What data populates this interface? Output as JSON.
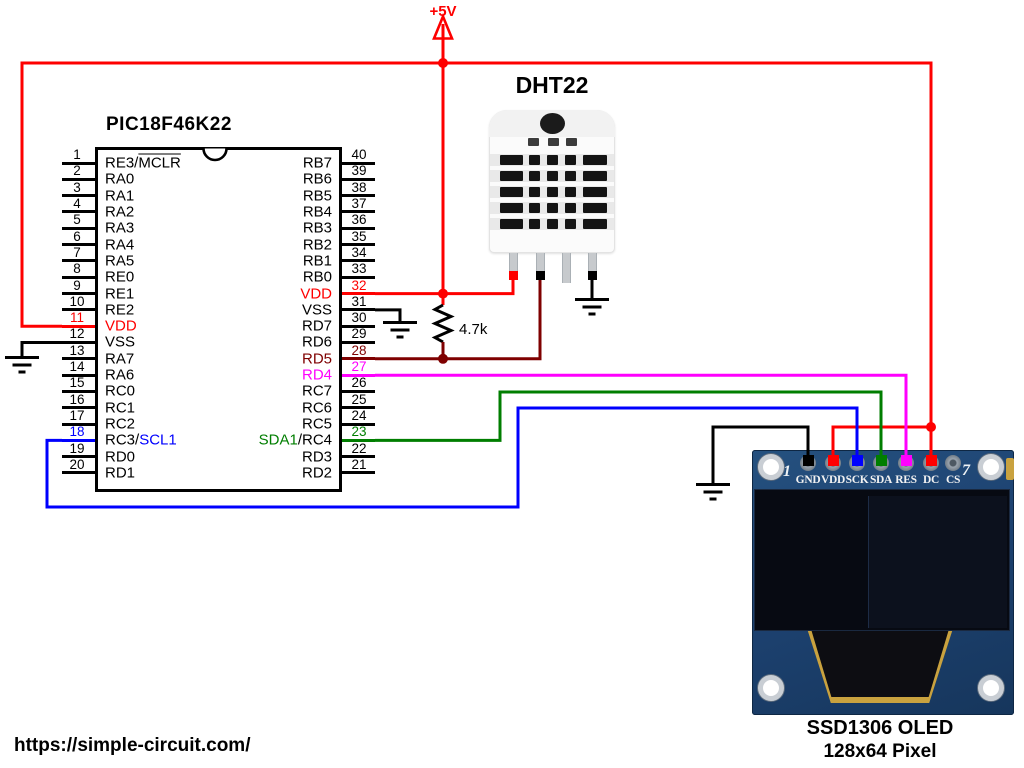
{
  "page": {
    "footer_url": "https://simple-circuit.com/"
  },
  "colors": {
    "wire_red": "#fe0000",
    "wire_maroon": "#7f0000",
    "wire_magenta": "#ff00fe",
    "wire_green": "#007e00",
    "wire_blue": "#0000fe",
    "wire_black": "#000000",
    "pcb_blue": "#1d4271",
    "pcb_gold": "#c9a23f"
  },
  "power": {
    "label": "+5V"
  },
  "resistor": {
    "value": "4.7k"
  },
  "ic": {
    "title": "PIC18F46K22",
    "left_pins": [
      {
        "num": "1",
        "pre": "RE3/",
        "mid": "MCLR",
        "overline": true
      },
      {
        "num": "2",
        "pre": "RA0"
      },
      {
        "num": "3",
        "pre": "RA1"
      },
      {
        "num": "4",
        "pre": "RA2"
      },
      {
        "num": "5",
        "pre": "RA3"
      },
      {
        "num": "6",
        "pre": "RA4"
      },
      {
        "num": "7",
        "pre": "RA5"
      },
      {
        "num": "8",
        "pre": "RE0"
      },
      {
        "num": "9",
        "pre": "RE1"
      },
      {
        "num": "10",
        "pre": "RE2"
      },
      {
        "num": "11",
        "mid": "VDD",
        "mid_color": "#fe0000",
        "num_color": "#fe0000",
        "stub_color": "#fe0000"
      },
      {
        "num": "12",
        "pre": "VSS"
      },
      {
        "num": "13",
        "pre": "RA7"
      },
      {
        "num": "14",
        "pre": "RA6"
      },
      {
        "num": "15",
        "pre": "RC0"
      },
      {
        "num": "16",
        "pre": "RC1"
      },
      {
        "num": "17",
        "pre": "RC2"
      },
      {
        "num": "18",
        "pre": "RC3/",
        "mid": "SCL1",
        "mid_color": "#0000fe",
        "num_color": "#0000fe",
        "stub_color": "#0000fe"
      },
      {
        "num": "19",
        "pre": "RD0"
      },
      {
        "num": "20",
        "pre": "RD1"
      }
    ],
    "right_pins": [
      {
        "num": "40",
        "pre": "RB7"
      },
      {
        "num": "39",
        "pre": "RB6"
      },
      {
        "num": "38",
        "pre": "RB5"
      },
      {
        "num": "37",
        "pre": "RB4"
      },
      {
        "num": "36",
        "pre": "RB3"
      },
      {
        "num": "35",
        "pre": "RB2"
      },
      {
        "num": "34",
        "pre": "RB1"
      },
      {
        "num": "33",
        "pre": "RB0"
      },
      {
        "num": "32",
        "mid": "VDD",
        "mid_color": "#fe0000",
        "num_color": "#fe0000",
        "stub_color": "#fe0000"
      },
      {
        "num": "31",
        "pre": "VSS"
      },
      {
        "num": "30",
        "pre": "RD7"
      },
      {
        "num": "29",
        "pre": "RD6"
      },
      {
        "num": "28",
        "mid": "RD5",
        "mid_color": "#7f0000",
        "num_color": "#7f0000",
        "stub_color": "#7f0000"
      },
      {
        "num": "27",
        "mid": "RD4",
        "mid_color": "#ff00fe",
        "num_color": "#ff00fe",
        "stub_color": "#ff00fe"
      },
      {
        "num": "26",
        "pre": "RC7"
      },
      {
        "num": "25",
        "pre": "RC6"
      },
      {
        "num": "24",
        "pre": "RC5"
      },
      {
        "num": "23",
        "mid": "SDA1",
        "post": "/RC4",
        "mid_color": "#007e00",
        "num_color": "#007e00",
        "stub_color": "#007e00"
      },
      {
        "num": "22",
        "pre": "RD3"
      },
      {
        "num": "21",
        "pre": "RD2"
      }
    ]
  },
  "dht22": {
    "label": "DHT22"
  },
  "oled": {
    "pin1_marker": "1",
    "pin7_marker": "7",
    "pins": [
      {
        "label": "GND",
        "dot": "#000000"
      },
      {
        "label": "VDD",
        "dot": "#fe0000"
      },
      {
        "label": "SCK",
        "dot": "#0000fe"
      },
      {
        "label": "SDA",
        "dot": "#007e00"
      },
      {
        "label": "RES",
        "dot": "#ff00fe"
      },
      {
        "label": "DC",
        "dot": "#fe0000"
      },
      {
        "label": "CS"
      }
    ],
    "caption_line1": "SSD1306 OLED",
    "caption_line2": "128x64 Pixel"
  }
}
